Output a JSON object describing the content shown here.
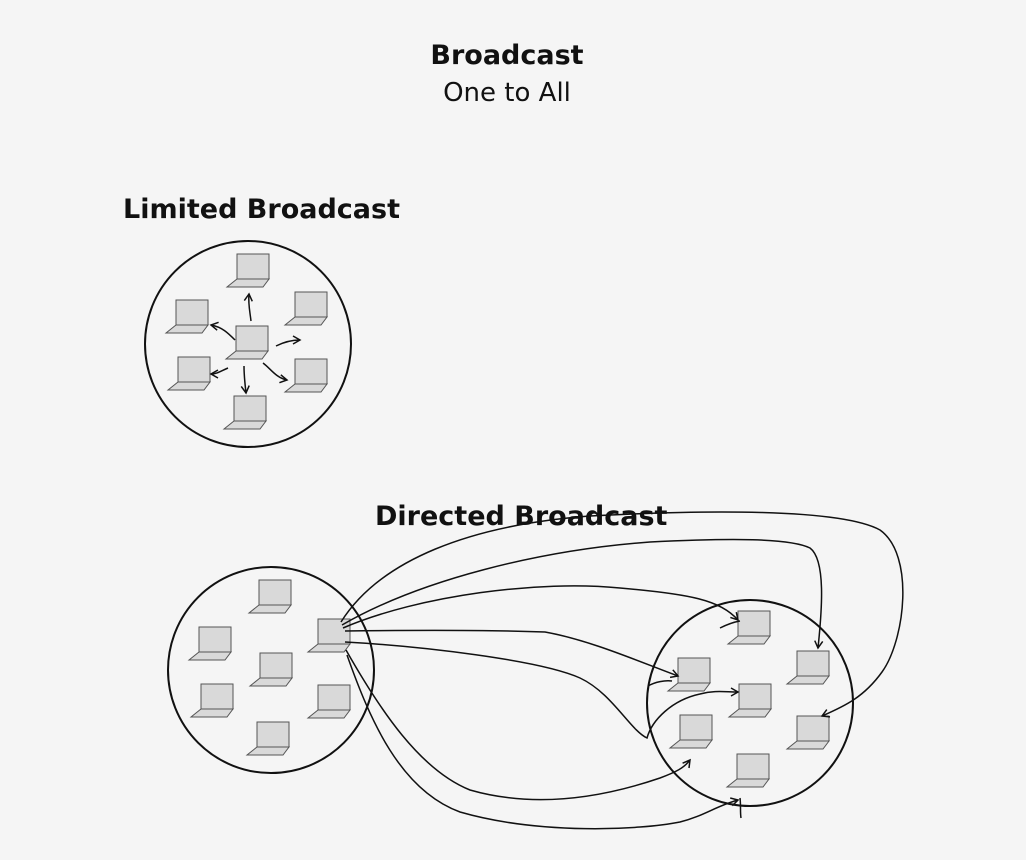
{
  "header": {
    "title": "Broadcast",
    "subtitle": "One to All"
  },
  "sections": {
    "limited": {
      "label": "Limited Broadcast"
    },
    "directed": {
      "label": "Directed Broadcast"
    }
  },
  "colors": {
    "background": "#f5f5f5",
    "stroke": "#111111",
    "laptop_fill": "#d9d9d9",
    "laptop_stroke": "#555555"
  },
  "icons": {
    "device": "laptop-icon"
  }
}
